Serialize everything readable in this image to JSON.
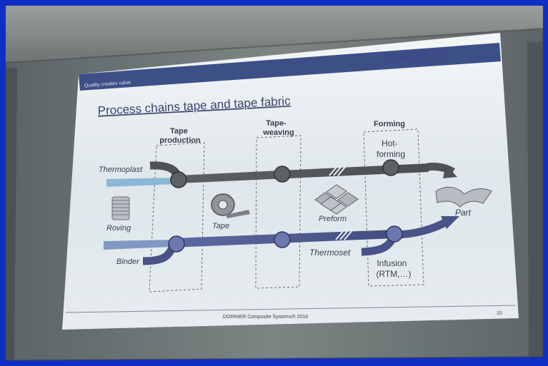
{
  "slide": {
    "brand": "DORNIER",
    "tagline": "Quality creates value",
    "title": "Process chains tape and tape fabric",
    "footer": "DORNIER Composite Systems® 2016",
    "page_number": "10"
  },
  "stages": {
    "tape_production": [
      "Tape",
      "production"
    ],
    "tape_weaving": [
      "Tape-",
      "weaving"
    ],
    "forming": "Forming",
    "hot_forming": [
      "Hot-",
      "forming"
    ],
    "infusion": [
      "Infusion",
      "(RTM,…)"
    ]
  },
  "materials": {
    "thermoplast": "Thermoplast",
    "roving": "Roving",
    "tape": "Tape",
    "preform": "Preform",
    "part": "Part",
    "binder": "Binder",
    "thermoset": "Thermoset"
  },
  "colors": {
    "wall": "#0f2fc4",
    "slide_bg": "#e4ebf0",
    "header_band": "#3d4f87",
    "thermoplast_line": "#555a60",
    "thermoplast_input": "#8ab7d6",
    "thermoset_line": "#505a8e",
    "thermoset_input": "#7f99c4"
  }
}
